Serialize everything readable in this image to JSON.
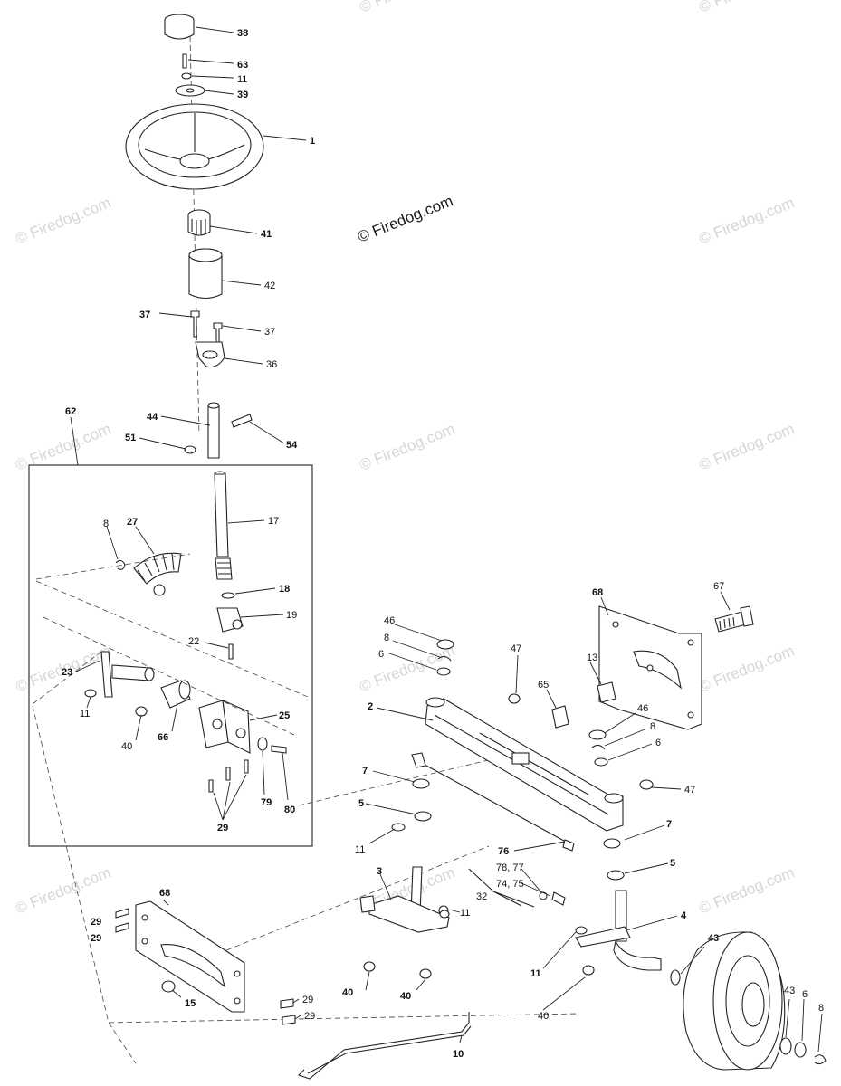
{
  "watermark": "© Firedog.com",
  "labels": {
    "p38": "38",
    "p63": "63",
    "p11a": "11",
    "p39": "39",
    "p1": "1",
    "p41": "41",
    "p42": "42",
    "p37a": "37",
    "p37b": "37",
    "p36": "36",
    "p44": "44",
    "p51": "51",
    "p54": "54",
    "p62": "62",
    "p17": "17",
    "p8a": "8",
    "p27": "27",
    "p18": "18",
    "p19": "19",
    "p22": "22",
    "p23": "23",
    "p11b": "11",
    "p40a": "40",
    "p66": "66",
    "p25": "25",
    "p79": "79",
    "p80": "80",
    "p29a": "29",
    "p68a": "68",
    "p67": "67",
    "p46a": "46",
    "p8b": "8",
    "p6a": "6",
    "p47a": "47",
    "p13": "13",
    "p65": "65",
    "p2": "2",
    "p46b": "46",
    "p8c": "8",
    "p6b": "6",
    "p47b": "47",
    "p7a": "7",
    "p5a": "5",
    "p11c": "11",
    "p76": "76",
    "p7b": "7",
    "p5b": "5",
    "p3": "3",
    "p7877": "78, 77",
    "p7475": "74, 75",
    "p32": "32",
    "p11d": "11",
    "p4": "4",
    "p11e": "11",
    "p43a": "43",
    "p43b": "43",
    "p6c": "6",
    "p8d": "8",
    "p40b": "40",
    "p40c": "40",
    "p40d": "40",
    "p68b": "68",
    "p29b": "29",
    "p29c": "29",
    "p15": "15",
    "p29d": "29",
    "p29e": "29",
    "p10": "10"
  }
}
